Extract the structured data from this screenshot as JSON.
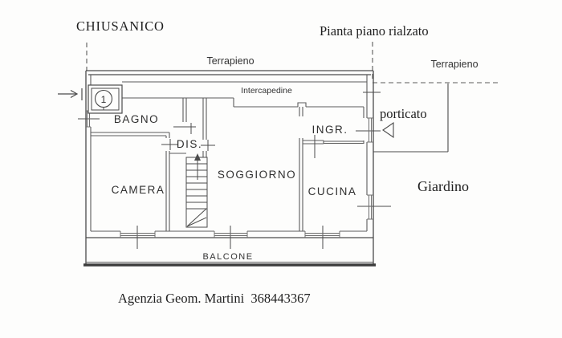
{
  "page": {
    "title_left": "CHIUSANICO",
    "title_right": "Pianta piano rialzato",
    "footer": "Agenzia Geom. Martini  368443367"
  },
  "site": {
    "terrapieno_left": "Terrapieno",
    "terrapieno_right": "Terrapieno",
    "porticato": "porticato",
    "giardino": "Giardino"
  },
  "plan": {
    "intercapedine": "Intercapedine",
    "balcone": "BALCONE",
    "entrance_number": "1",
    "rooms": {
      "bagno": "BAGNO",
      "dis": "DIS.",
      "camera": "CAMERA",
      "soggiorno": "SOGGIORNO",
      "ingresso": "INGR.",
      "cucina": "CUCINA"
    }
  },
  "colors": {
    "paper": "#fdfdfc",
    "line": "#4b4b4b",
    "line_light": "#6e6e6e",
    "text": "#262626"
  }
}
